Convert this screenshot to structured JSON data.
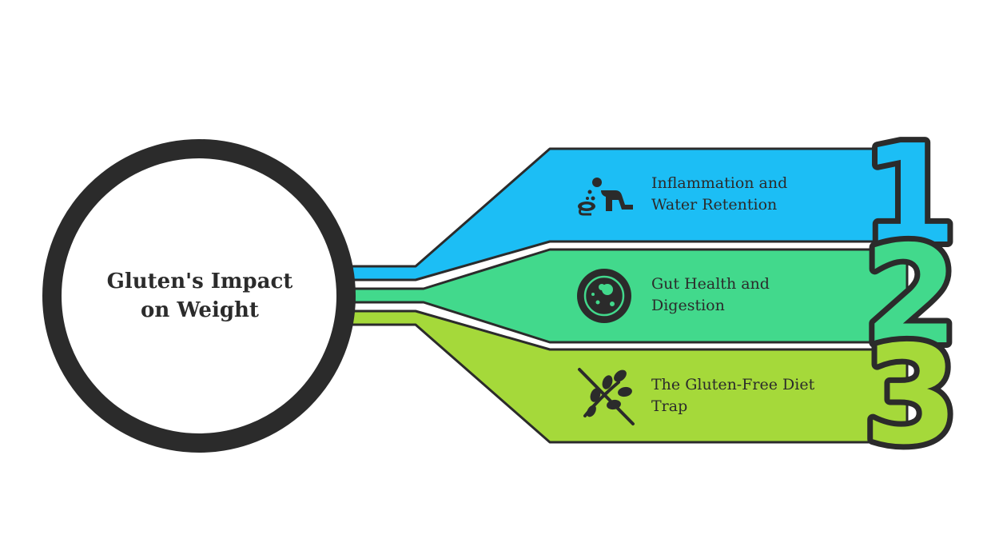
{
  "center": {
    "title_line1": "Gluten's Impact",
    "title_line2": "on Weight"
  },
  "items": [
    {
      "number": "1",
      "line1": "Inflammation and",
      "line2": "Water Retention",
      "icon": "person-spilling-water-icon",
      "color": "#1cbef5"
    },
    {
      "number": "2",
      "line1": "Gut Health and",
      "line2": "Digestion",
      "icon": "petri-dish-bacteria-icon",
      "color": "#42d98c"
    },
    {
      "number": "3",
      "line1": "The Gluten-Free Diet",
      "line2": "Trap",
      "icon": "no-wheat-icon",
      "color": "#a5d93a"
    }
  ],
  "colors": {
    "outline": "#2b2b2b",
    "background": "#ffffff"
  }
}
